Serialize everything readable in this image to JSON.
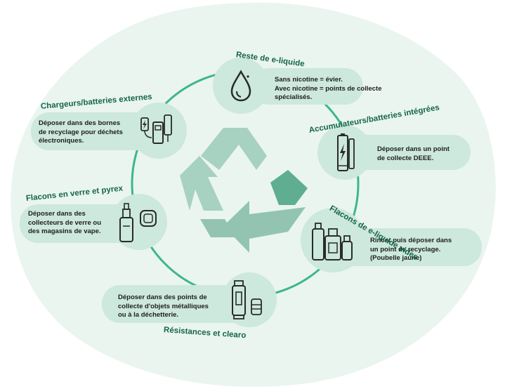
{
  "items": [
    {
      "id": "reste",
      "title": "Reste de e-liquide",
      "text": "Sans nicotine = évier.\nAvec nicotine = points de collecte\nspécialisés.",
      "icon": "droplet-icon"
    },
    {
      "id": "accus",
      "title": "Accumulateurs/batteries intégrées",
      "text": "Déposer dans un point\nde collecte DEEE.",
      "icon": "battery-icon"
    },
    {
      "id": "flacons-vides",
      "title": "Flacons de e-liquide vides",
      "text": "Rincer puis déposer dans\nun point de recyclage.\n(Poubelle jaune)",
      "icon": "bottles-icon"
    },
    {
      "id": "resistances",
      "title": "Résistances et clearo",
      "text": "Déposer dans des points de\ncollecte d'objets métalliques\nou à la déchetterie.",
      "icon": "clearomizer-icon"
    },
    {
      "id": "verre",
      "title": "Flacons en verre et pyrex",
      "text": "Déposer dans des\ncollecteurs de verre ou\ndes magasins de vape.",
      "icon": "glass-bottle-icon"
    },
    {
      "id": "chargeurs",
      "title": "Chargeurs/batteries externes",
      "text": "Déposer dans des bornes\nde recyclage pour déchets\nélectroniques.",
      "icon": "charger-icon"
    }
  ],
  "colors": {
    "background_blob": "#eaf5f0",
    "pill": "#cde8dd",
    "ring": "#3db68f",
    "title": "#15654a",
    "arrow_light": "#a7d1c1",
    "arrow_mid": "#93c4b2",
    "arrow_dark": "#5fae91",
    "icon_stroke": "#2a2a2a"
  }
}
